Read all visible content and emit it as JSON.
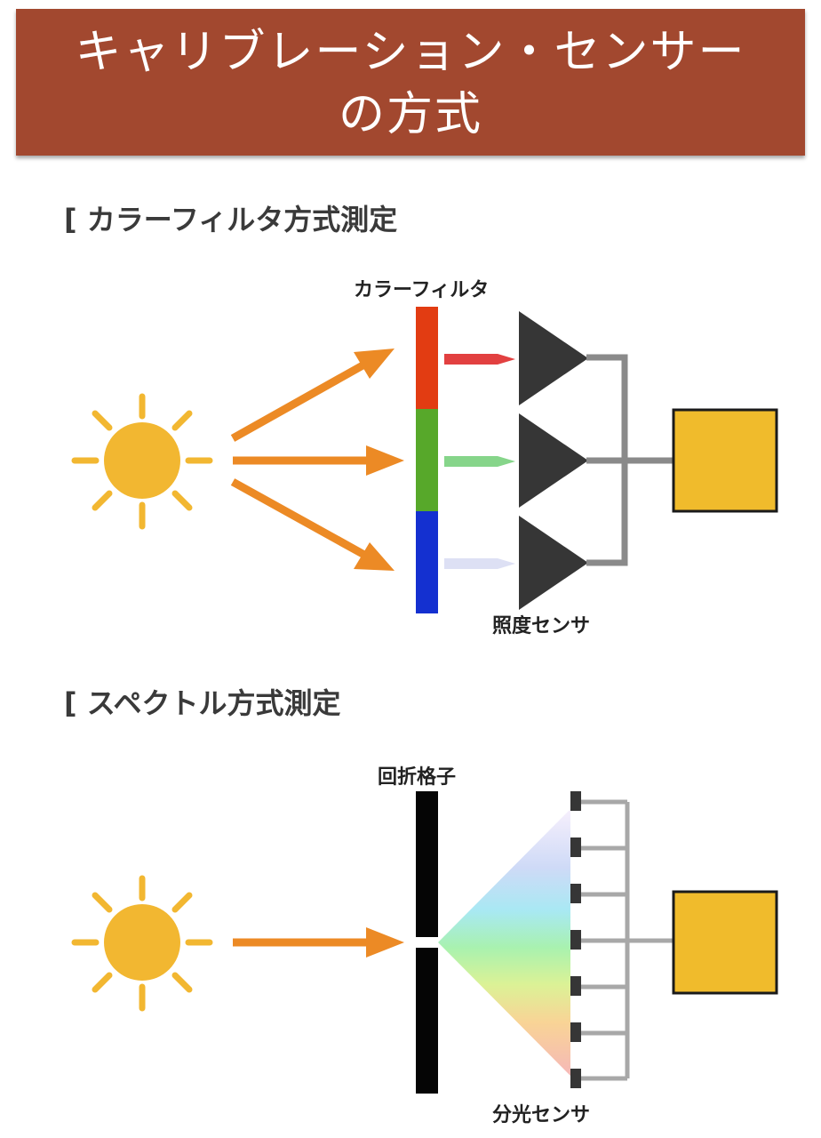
{
  "header": {
    "title_line1": "キャリブレーション・センサー",
    "title_line2": "の方式"
  },
  "color_filter_section": {
    "heading": "[ カラーフィルタ方式測定",
    "filter_label": "カラーフィルタ",
    "sensor_label": "照度センサ",
    "colors": {
      "red": "#e23c12",
      "green": "#57a82a",
      "blue": "#1430d0",
      "sun": "#f2b731",
      "arrow": "#ec8a25",
      "sensor": "#363636",
      "wire": "#8a8a8a",
      "output": "#f0bb2c"
    }
  },
  "spectral_section": {
    "heading": "[ スペクトル方式測定",
    "grating_label": "回折格子",
    "sensor_label": "分光センサ"
  }
}
